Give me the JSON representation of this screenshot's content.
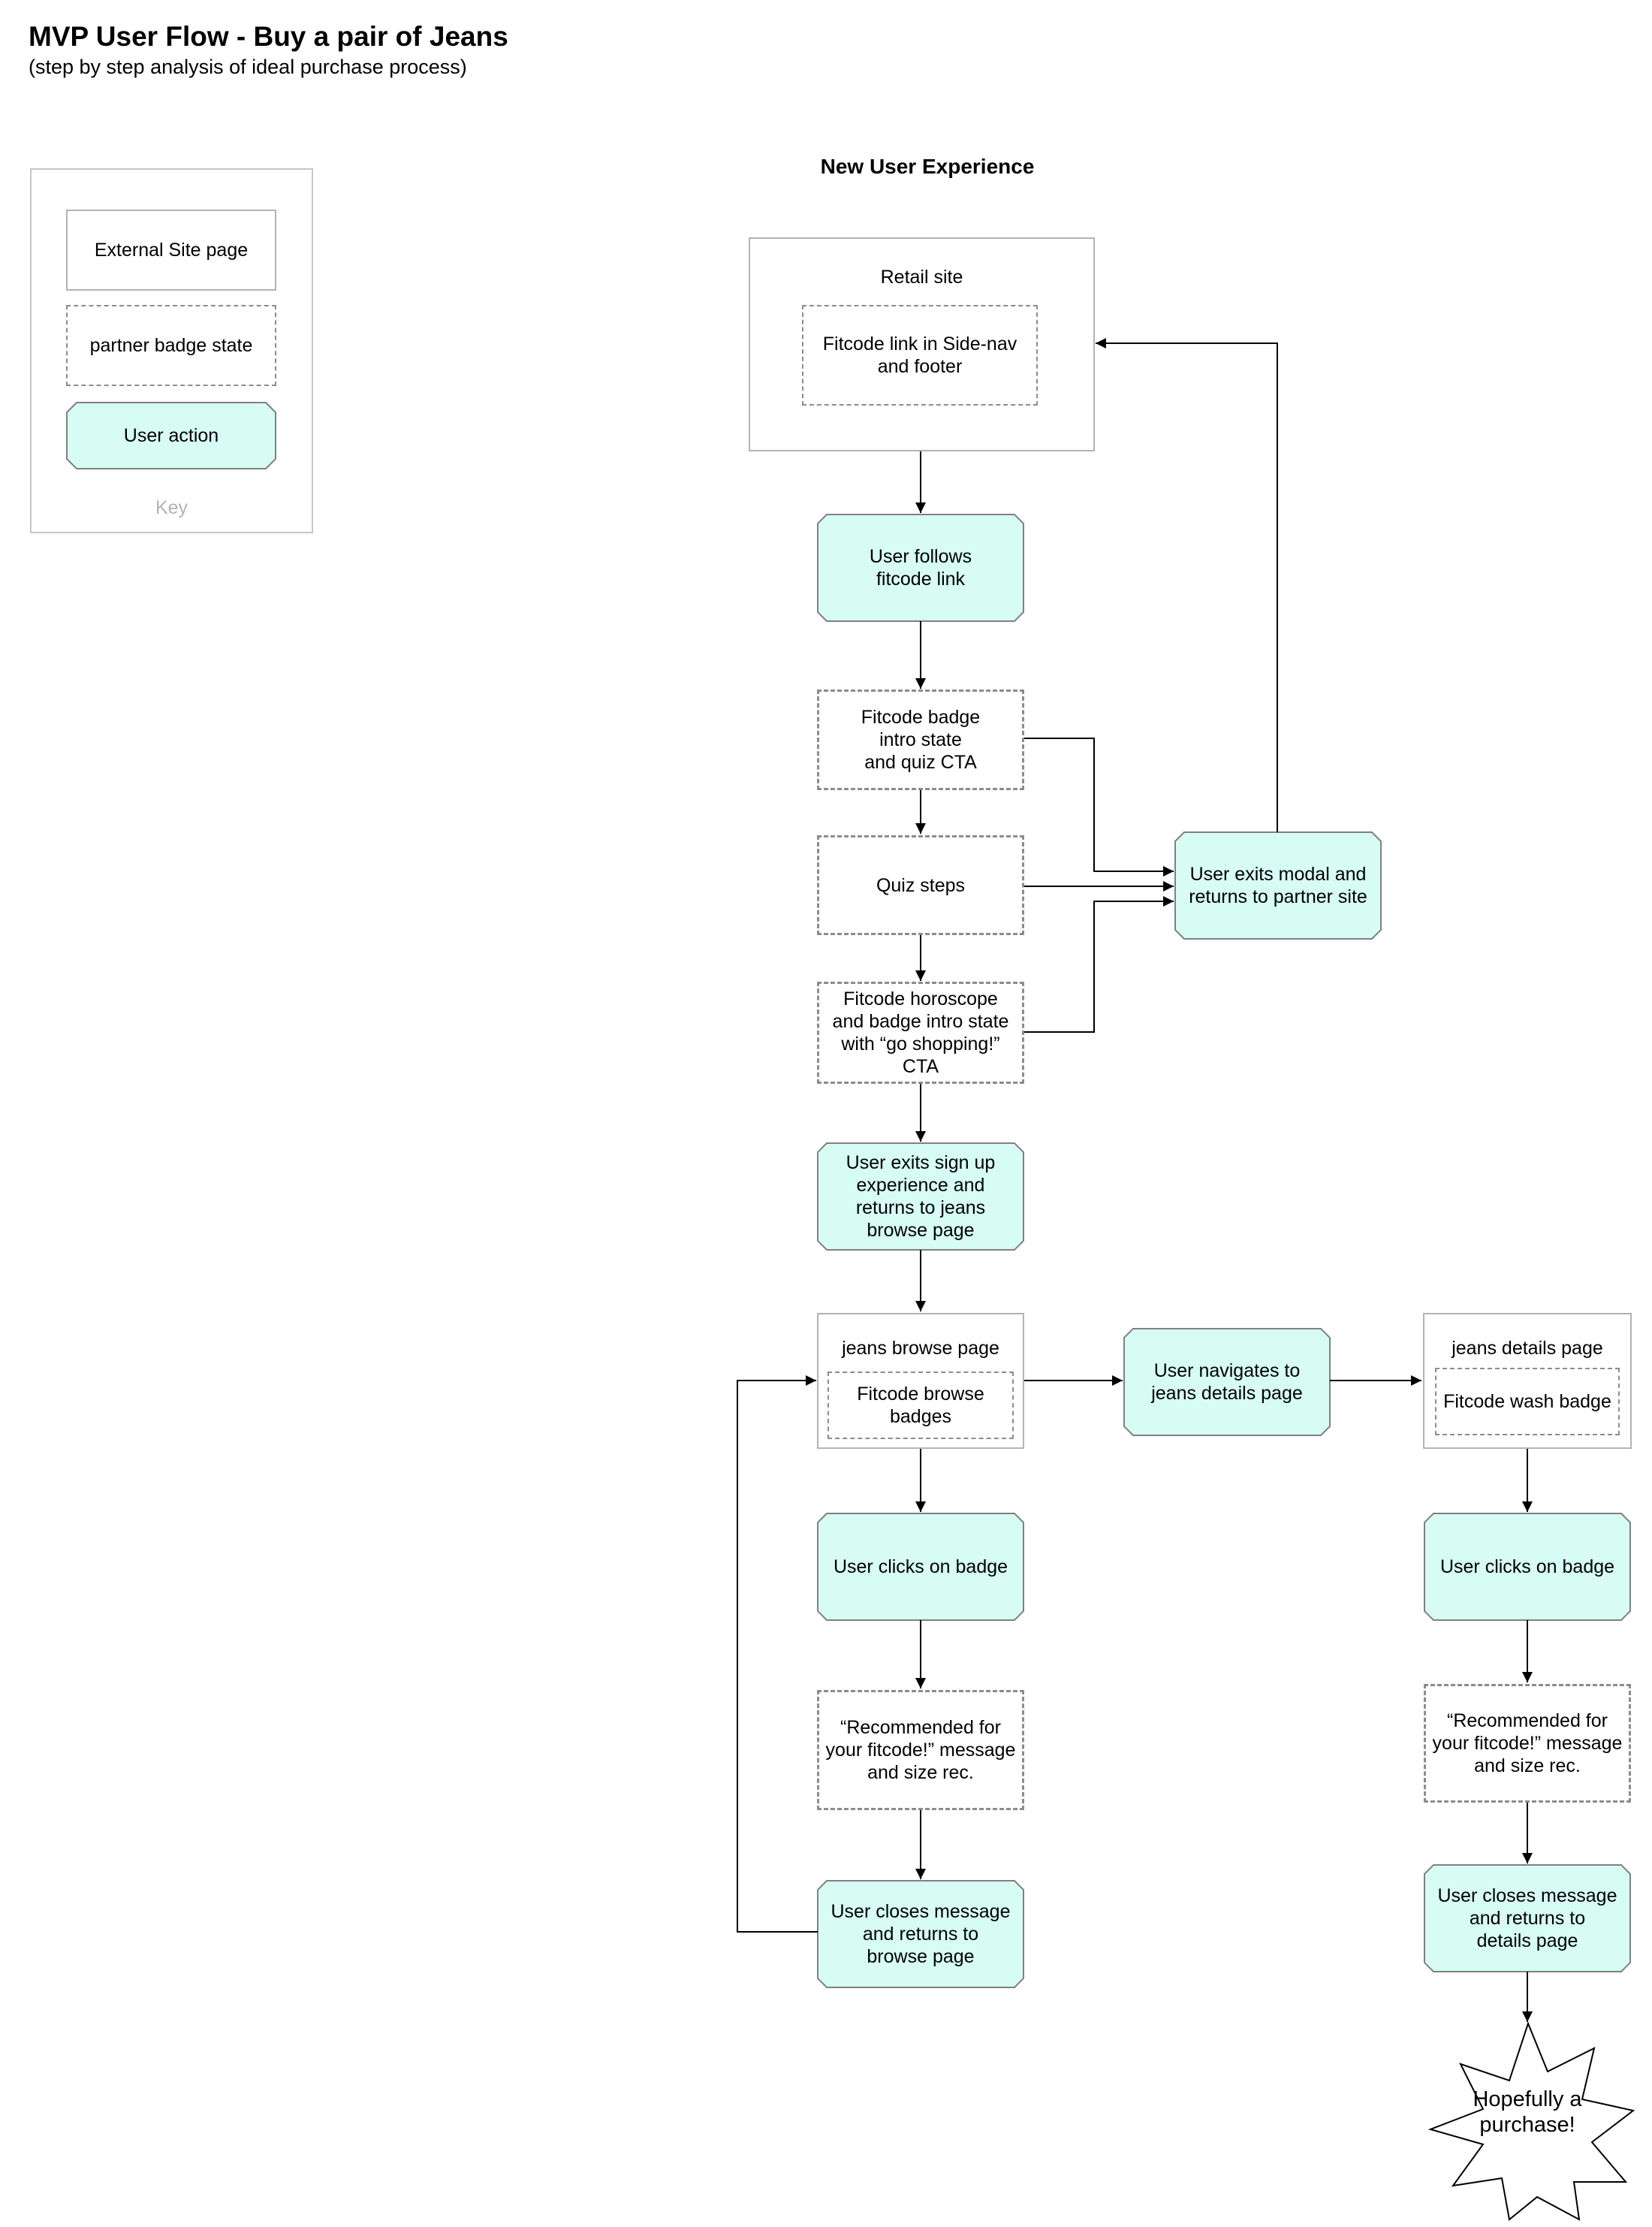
{
  "header": {
    "title": "MVP User Flow - Buy a pair of Jeans",
    "subtitle": "(step by step analysis of ideal purchase process)"
  },
  "key": {
    "caption": "Key",
    "items": [
      {
        "label": "External Site page"
      },
      {
        "label": "partner badge state"
      },
      {
        "label": "User action"
      }
    ]
  },
  "flow": {
    "section_title": "New User Experience",
    "retail_site": "Retail site",
    "fitcode_link": "Fitcode link in Side-nav\nand footer",
    "follows_link": "User follows\nfitcode link",
    "badge_intro": "Fitcode badge\nintro state\nand quiz CTA",
    "quiz_steps": "Quiz steps",
    "horoscope": "Fitcode horoscope\nand badge intro state\nwith “go shopping!”\nCTA",
    "exits_modal": "User exits modal and\nreturns to partner site",
    "exits_signup": "User exits sign up\nexperience and\nreturns to jeans\nbrowse page",
    "browse_page": "jeans browse page",
    "browse_badges": "Fitcode browse\nbadges",
    "navigates_details": "User navigates to\njeans details page",
    "details_page": "jeans details page",
    "wash_badge": "Fitcode wash badge",
    "clicks_badge_browse": "User clicks on badge",
    "clicks_badge_details": "User clicks on badge",
    "recommended_browse": "“Recommended for\nyour fitcode!” message\nand size rec.",
    "recommended_details": "“Recommended for\nyour fitcode!” message\nand size rec.",
    "closes_browse": "User closes message\nand returns to\nbrowse page",
    "closes_details": "User closes message\nand returns to\ndetails page",
    "purchase": "Hopefully a\npurchase!"
  },
  "colors": {
    "action_fill": "#d6fcf4",
    "page_border": "#b3b3b3",
    "badge_border": "#8c8c8c"
  }
}
